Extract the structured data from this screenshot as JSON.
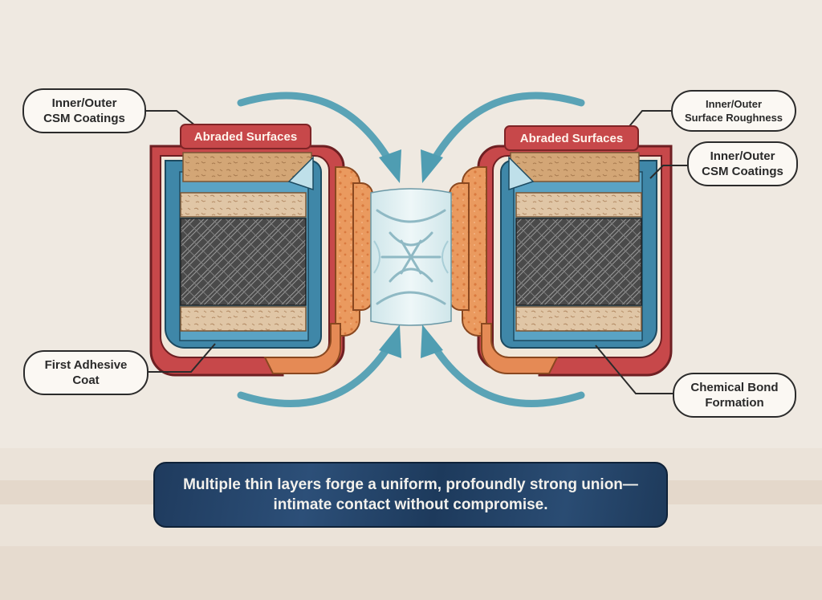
{
  "labels": {
    "left_top": [
      "Inner/Outer",
      "CSM Coatings"
    ],
    "left_bottom": [
      "First Adhesive",
      "Coat"
    ],
    "right_top": [
      "Inner/Outer",
      "Surface Roughness"
    ],
    "right_middle": [
      "Inner/Outer",
      "CSM Coatings"
    ],
    "right_bottom": [
      "Chemical Bond",
      "Formation"
    ]
  },
  "tags": {
    "left": "Abraded Surfaces",
    "right": "Abraded Surfaces"
  },
  "caption": {
    "line1": "Multiple thin layers forge a uniform, profoundly strong union—",
    "line2": "intimate contact without compromise."
  },
  "colors": {
    "background": "#efe9e1",
    "red_layer": "#c7484a",
    "blue_layer": "#3f87a8",
    "orange_layer": "#e58a55",
    "tan_layer": "#d9b993",
    "fabric": "#3b3b3b",
    "arrow": "#5aa3b6",
    "caption_bg": "#1f3b5e"
  }
}
